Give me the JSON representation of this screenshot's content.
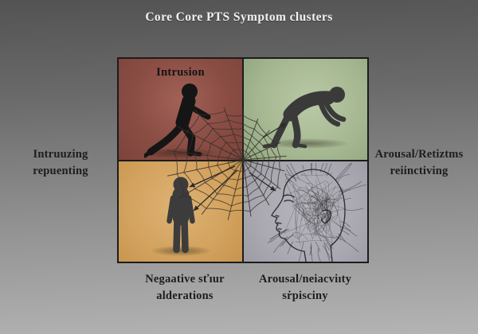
{
  "title": "Core Core PTS Symptom clusters",
  "quadrants": {
    "top_left": {
      "label": "Intrusion",
      "figure": "running-person-silhouette",
      "bg_center": "#a26157",
      "bg_edge": "#7c443b"
    },
    "top_right": {
      "label": "",
      "figure": "stooped-person-silhouette",
      "bg_center": "#b9c9a6",
      "bg_edge": "#8fa580"
    },
    "bottom_left": {
      "label": "",
      "figure": "standing-person-silhouette",
      "bg_center": "#dfb274",
      "bg_edge": "#c7944e"
    },
    "bottom_right": {
      "label": "",
      "figure": "scribbled-head-profile",
      "bg_center": "#b6b5be",
      "bg_edge": "#9d9ca5"
    }
  },
  "center_motif": "spider-web",
  "labels": {
    "left": [
      "Intruuzing",
      "repuenting"
    ],
    "right": [
      "Arousal/Retiztms",
      "reiinctiving"
    ],
    "bottom_left": [
      "Negaative sťıur",
      "alderations"
    ],
    "bottom_right": [
      "Arousal/neiacviıty",
      "sṙpisciny"
    ]
  },
  "colors": {
    "background_top": "#535353",
    "background_bottom": "#b4b4b4",
    "title_text": "#f1f1f1",
    "outer_label_text": "#1d1d1d",
    "quadrant_border": "#1c1c1c",
    "web_stroke": "#36302a",
    "silhouette_dark": "#151515",
    "silhouette_gray": "#3a3a3a",
    "arrow": "#2a2a2a"
  }
}
